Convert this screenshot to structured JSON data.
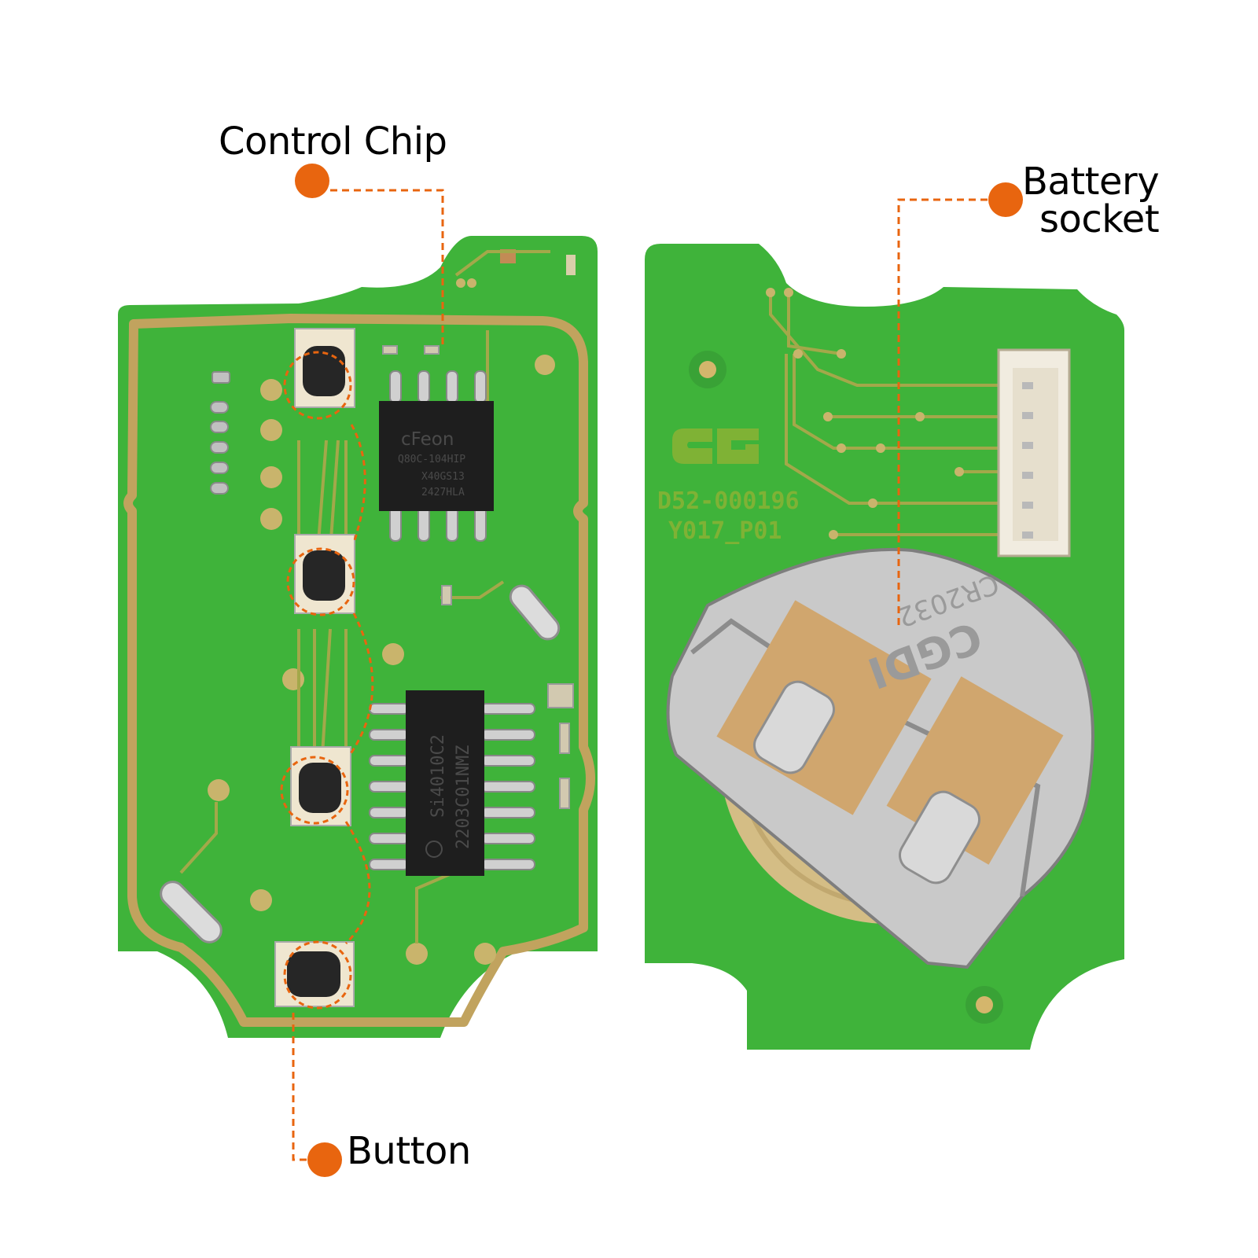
{
  "colors": {
    "pcb_green": "#3fb33a",
    "pcb_trace": "#a3a84a",
    "pcb_border_gold": "#c1a35e",
    "callout_dot": "#e8650f",
    "callout_line": "#e8650f",
    "chip_body": "#1e1e1e",
    "metal_clip": "#c9c9c9"
  },
  "callouts": {
    "control_chip": "Control Chip",
    "battery_line1": "Battery",
    "battery_line2": "socket",
    "button": "Button"
  },
  "chips": {
    "chip1": [
      "cFeon",
      "Q80C-104HIP",
      "X40GS13",
      "2427HLA"
    ],
    "chip2": [
      "Si4010C2",
      "2203C01NMZ"
    ]
  },
  "board_marks": {
    "part_number": "D52-000196",
    "revision": "Y017_P01",
    "battery_marking": [
      "CGDI",
      "CR2032"
    ]
  }
}
